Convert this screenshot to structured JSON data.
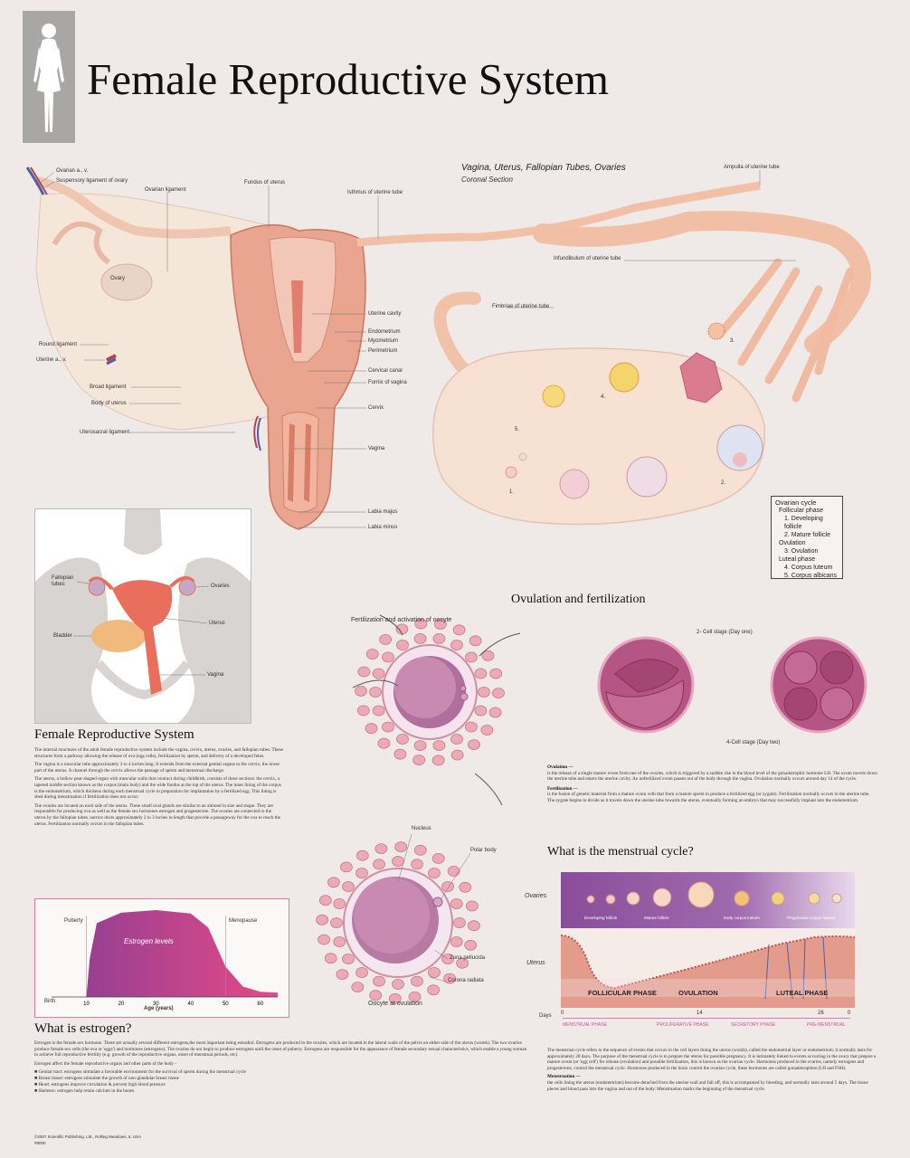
{
  "title": "Female Reproductive System",
  "header_icon": "female-silhouette-icon",
  "main_diagram": {
    "caption": "Vagina, Uterus, Fallopian Tubes, Ovaries",
    "subcaption": "Coronal Section",
    "labels": {
      "ovarian_a": "Ovarian a., v.",
      "suspensory": "Suspensory ligament of ovary",
      "ovarian_lig": "Ovarian ligament",
      "fundus": "Fundus of uterus",
      "isthmus": "Isthmus of uterine tube",
      "ampulla": "Ampulla of uterine tube",
      "infundibulum": "Infundibulum of uterine tube",
      "fimbriae": "Fimbriae of uterine tube",
      "ovary": "Ovary",
      "round_lig": "Round ligament",
      "uterine_a": "Uterine a., v.",
      "broad_lig": "Broad ligament",
      "body_uterus": "Body of uterus",
      "uterosacral": "Uterosacral ligament",
      "uterine_cavity": "Uterine cavity",
      "endometrium": "Endometrium",
      "myometrium": "Myometrium",
      "perimetrium": "Perimetrium",
      "cervical_canal": "Cervical canal",
      "fornix": "Fornix of vagina",
      "cervix": "Cervix",
      "vagina": "Vagina",
      "labia_majus": "Labia majus",
      "labia_minus": "Labia minus"
    },
    "stage_numbers": [
      "1.",
      "2.",
      "3.",
      "4.",
      "5."
    ]
  },
  "ovarian_cycle": {
    "title": "Ovarian cycle",
    "lines": [
      "Follicular phase",
      "1. Developing follicle",
      "2. Mature follicle",
      "Ovulation",
      "3. Ovulation",
      "Luteal phase",
      "4. Corpus luteum",
      "5. Corpus albicans"
    ]
  },
  "pelvis_inset": {
    "labels": {
      "tubes": "Fallopian tubes",
      "ovaries": "Ovaries",
      "uterus": "Uterus",
      "bladder": "Bladder",
      "vagina": "Vagina"
    }
  },
  "frs_section": {
    "heading": "Female Reproductive System",
    "p1": "The internal structures of the adult female reproductive system include the vagina, cervix, uterus, ovaries, and fallopian tubes. These structures form a pathway allowing the release of ova (egg cells), fertilization by sperm, and delivery of a developed fetus.",
    "p2": "The vagina is a muscular tube approximately 3 to 4 inches long. It extends from the external genital organs to the cervix, the lower part of the uterus. A channel through the cervix allows the passage of sperm and menstrual discharge.",
    "p3": "The uterus, a hollow pear-shaped organ with muscular walls that contract during childbirth, consists of three sections: the cervix, a tapered middle section known as the corpus (main body) and the wide fundus at the top of the uterus. The inner lining of the corpus is the endometrium, which thickens during each menstrual cycle in preparation for implantation by a fertilized egg. This lining is shed during menstruation if fertilization does not occur.",
    "p4": "The ovaries are located on each side of the uterus. These small oval glands are similar to an almond in size and shape. They are responsible for producing ova as well as the female sex hormones estrogen and progesterone. The ovaries are connected to the uterus by the fallopian tubes, narrow ducts approximately 2 to 3 inches in length that provide a passageway for the ova to reach the uterus. Fertilization normally occurs in the fallopian tubes."
  },
  "ovulation_section": {
    "heading": "Ovulation and fertilization",
    "fert_label": "Fertilization and activation of oocyte",
    "two_cell": "2- Cell stage (Day one)",
    "four_cell": "4-Cell stage (Day two)",
    "nucleus": "Nucleus",
    "polar_body": "Polar body",
    "zona": "Zona pellucida",
    "corona": "Corona radiata",
    "oocyte": "Oocyte at ovulation",
    "ovulation_title": "Ovulation —",
    "ovulation_text": "is the release of a single mature ovum from one of the ovaries, which is triggered by a sudden rise in the blood level of the gonadotrophic hormone LH. The ovum travels down the uterine tube and enters the uterine cavity. An unfertilized ovum passes out of the body through the vagina. Ovulation normally occurs around day 14 of the cycle.",
    "fert_title": "Fertilization —",
    "fert_text": "is the fusion of genetic material from a mature ovum with that from a mature sperm to produce a fertilized egg (or zygote). Fertilization normally occurs in the uterine tube. The zygote begins to divide as it travels down the uterine tube towards the uterus, eventually forming an embryo that may successfully implant into the endometrium."
  },
  "estrogen_chart": {
    "curve_label": "Estrogen levels",
    "puberty": "Puberty",
    "menopause": "Menopause",
    "birth": "Birth",
    "xlabel": "Age (years)",
    "ticks": [
      "10",
      "20",
      "30",
      "40",
      "50",
      "60"
    ]
  },
  "chart_data": {
    "type": "area",
    "title": "",
    "xlabel": "Age (years)",
    "ylabel": "",
    "x": [
      0,
      10,
      11,
      13,
      20,
      30,
      40,
      45,
      50,
      55,
      60,
      65
    ],
    "values": [
      0,
      0,
      0.45,
      0.85,
      0.97,
      1.0,
      0.96,
      0.8,
      0.35,
      0.12,
      0.06,
      0.05
    ],
    "xlim": [
      0,
      65
    ],
    "ylim": [
      0,
      1
    ],
    "series": [
      {
        "name": "Estrogen levels"
      }
    ],
    "annotations": [
      "Puberty",
      "Menopause",
      "Birth"
    ],
    "colors": {
      "fill_left": "#8a3d93",
      "fill_right": "#e44a86"
    }
  },
  "estrogen_section": {
    "heading": "What is estrogen?",
    "p1": "Estrogen is the female sex hormone. There are actually several different estrogens,the most important being estradiol. Estrogens are produced in the ovaries, which are located in the lateral walls of the pelvis on either side of the uterus (womb). The two ovaries produce female sex cells (the ova or 'eggs') and hormones (estrogens). The ovaries do not begin to produce estrogens until the onset of puberty. Estrogens are responsible for the appearance of female secondary sexual characteristics, which enable a young woman to achieve full reproductive fertility (e.g. growth of the reproductive organs, onset of menstrual periods, etc).",
    "p2": "Estrogen affect the female reproductive organs and other parts of the body -",
    "bullets": [
      "Genital tract:   estrogens stimulate a favorable environment for the survival of sperm during the menstrual cycle",
      "Breast tissue:   estrogens stimulate the growth of non-glandular breast tissue",
      "Heart:   estrogens improve circulation & prevent high blood pressure",
      "Skeleton:   estrogen help retain calcium in the bones"
    ],
    "copyright": "©2007 Scientific Publishing, Ltd., Rolling Meadows, IL USA",
    "code": "#9000"
  },
  "menstrual_section": {
    "heading": "What is the menstrual cycle?",
    "ovaries": "Ovaries",
    "uterus": "Uterus",
    "follicle_labels": [
      "Developing follicle",
      "Mature follicle",
      "Early corpus luteum",
      "Progressive corpus luteum"
    ],
    "phases": [
      "FOLLICULAR PHASE",
      "OVULATION",
      "LUTEAL PHASE"
    ],
    "days_label": "Days",
    "day_ticks": [
      "0",
      "14",
      "26",
      "0"
    ],
    "sub_phases": [
      "MENSTRUAL PHASE",
      "PROLIFERATIVE PHASE",
      "SECRETORY PHASE",
      "PRE-MENSTRUAL"
    ],
    "p1": "The menstrual cycle refers to the sequence of events that occurs in the cell layers lining the uterus (womb), called the endometrial layer or endometrium; it normally lasts for approximately 28 days. The purpose of the menstrual cycle is to prepare the uterus for possible pregnancy. It is intimately linked to events occurring in the ovary that prepare a mature ovum (or 'egg cell') for release (ovulation) and possible fertilization, this is known as the ovarian cycle. Hormones produced in the ovaries, namely estrogens and progesterone, control the menstrual cycle. Hormones produced in the brain control the ovarian cycle, these hormones are called gonadotrophins (LH and FSH).",
    "menstruation_title": "Menstruation —",
    "menstruation_text": "the cells lining the uterus (endometrium) become detached from the uterine wall and fall off, this is accompanied by bleeding, and normally lasts around 5 days. The tissue pieces and blood pass into the vagina and out of the body. Menstruation marks the beginning of the menstrual cycle."
  },
  "colors": {
    "background": "#efeae8",
    "uterus": "#e9a58f",
    "ovary": "#f6ddd0",
    "cell": "#e9a3b1",
    "purple": "#7e3b8f",
    "pink_line": "#e07ab0"
  }
}
